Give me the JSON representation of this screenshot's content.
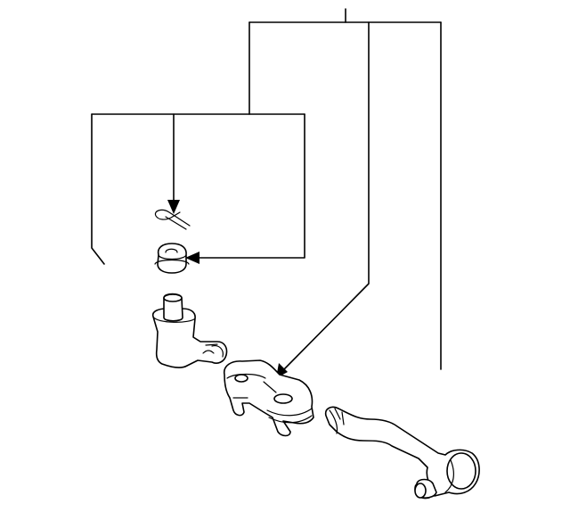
{
  "diagram": {
    "type": "exploded-parts-diagram",
    "labels": [],
    "parts": [
      {
        "id": "clip",
        "icon": "hair-pin-clip-icon"
      },
      {
        "id": "bushing",
        "icon": "rubber-bushing-icon"
      },
      {
        "id": "pivot-lever",
        "icon": "pivot-lever-icon"
      },
      {
        "id": "bracket",
        "icon": "bracket-icon"
      },
      {
        "id": "linkage-rod",
        "icon": "linkage-rod-icon"
      }
    ],
    "colors": {
      "line": "#000000",
      "background": "#ffffff",
      "part_fill": "#ffffff"
    }
  }
}
